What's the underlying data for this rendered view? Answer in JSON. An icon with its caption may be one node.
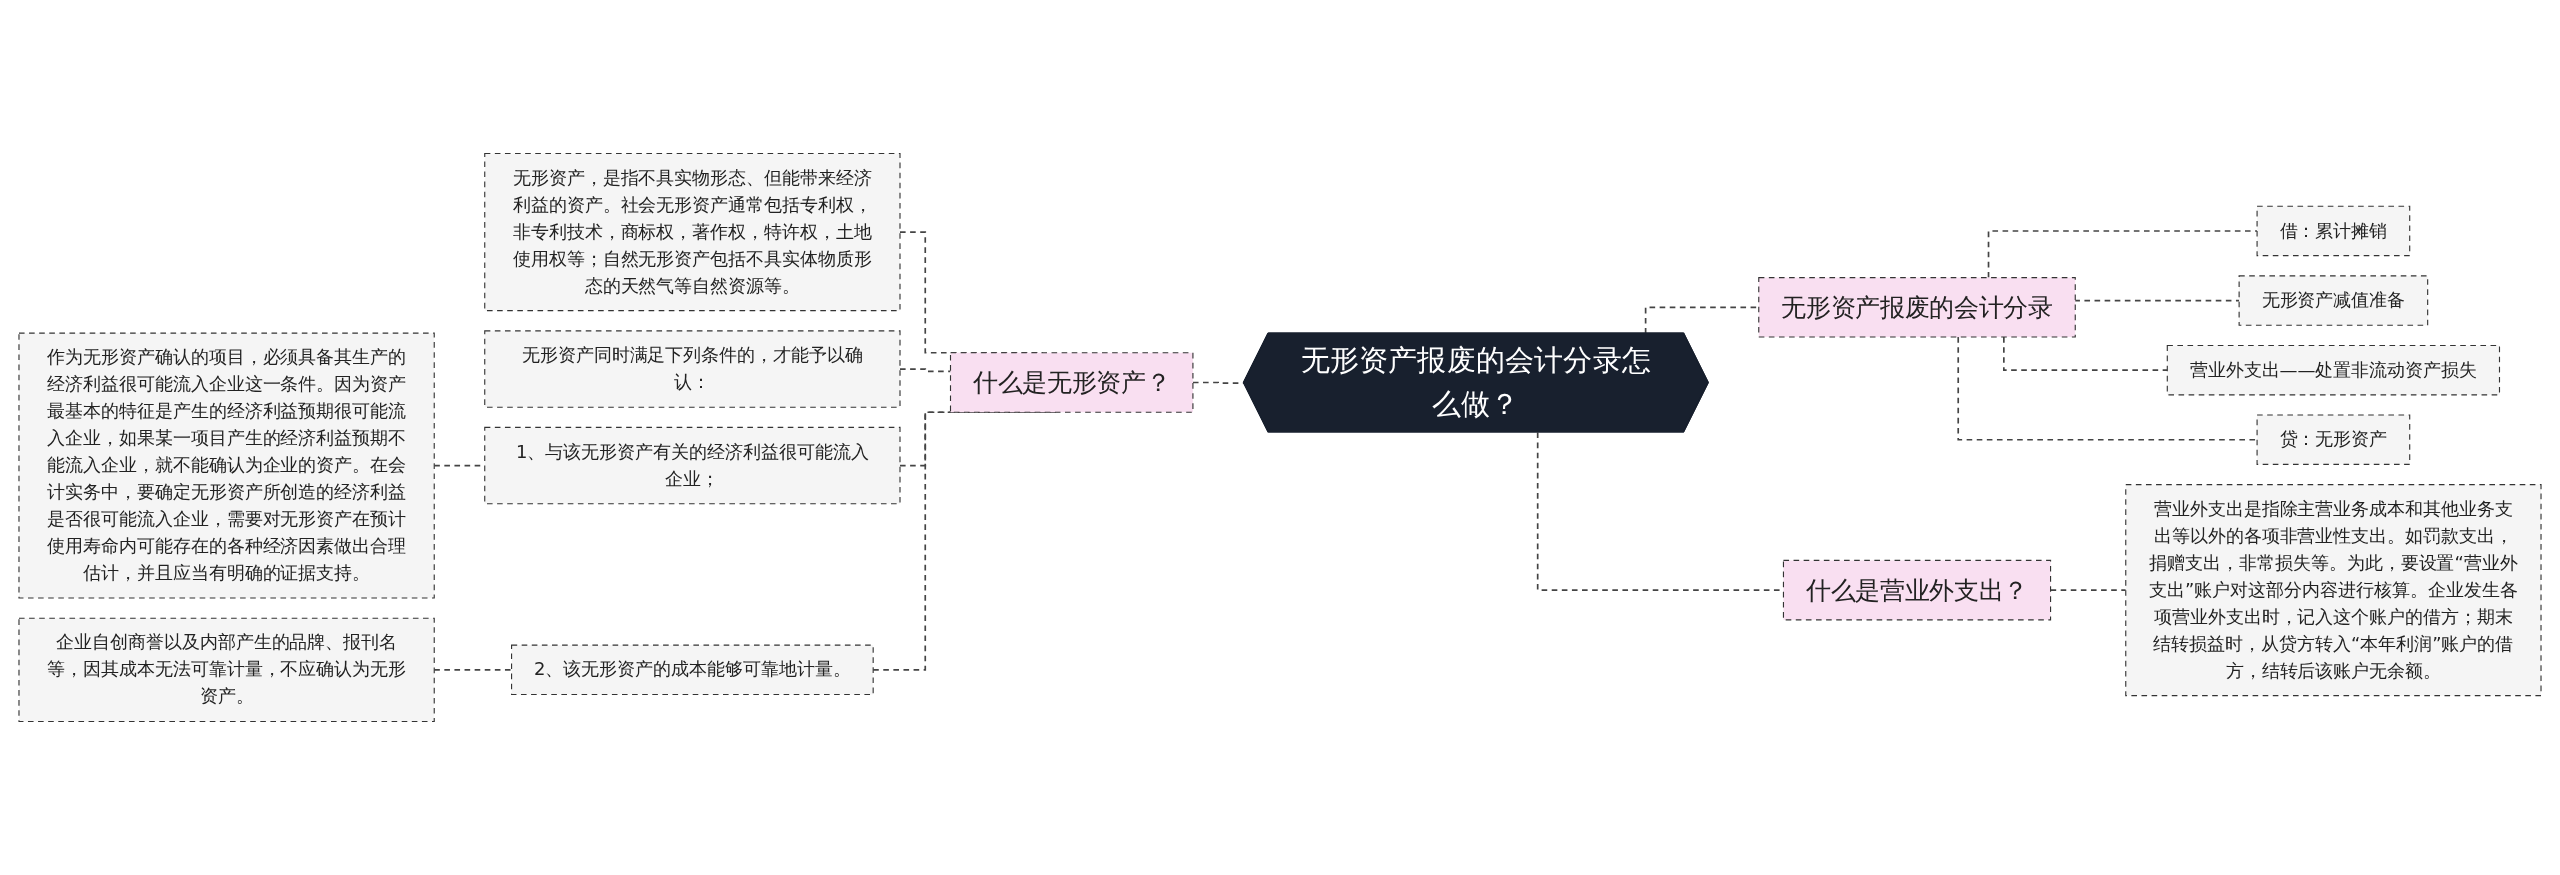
{
  "diagram": {
    "nodes": [
      {
        "text": [
          "无形资产报废的会计分录怎么做？"
        ]
      },
      {
        "text": [
          "什么是无形资产？"
        ]
      },
      {
        "text": [
          "无形资产，是指不具实物形态、但能带来经济利益的资产。社会无形资产通常包括专利权，非专利技术，商标权，著作权，特许权，土地使用权等；自然无形资产包括不具实体物质形态的天然气等自然资源等。"
        ]
      },
      {
        "text": [
          "无形资产同时满足下列条件的，才能予以确认："
        ]
      },
      {
        "text": [
          "1、与该无形资产有关的经济利益很可能流入企业；"
        ]
      },
      {
        "text": [
          "作为无形资产确认的项目，必须具备其生产的经济利益很可能流入企业这一条件。因为资产最基本的特征是产生的经济利益预期很可能流入企业，如果某一项目产生的经济利益预期不能流入企业，就不能确认为企业的资产。在会计实务中，要确定无形资产所创造的经济利益是否很可能流入企业，需要对无形资产在预计使用寿命内可能存在的各种经济因素做出合理估计，并且应当有明确的证据支持。"
        ]
      },
      {
        "text": [
          "2、该无形资产的成本能够可靠地计量。"
        ]
      },
      {
        "text": [
          "企业自创商誉以及内部产生的品牌、报刊名等，因其成本无法可靠计量，不应确认为无形资产。"
        ]
      },
      {
        "text": [
          "无形资产报废的会计分录"
        ]
      },
      {
        "text": [
          "借：累计摊销"
        ]
      },
      {
        "text": [
          "无形资产减值准备"
        ]
      },
      {
        "text": [
          "营业外支出——处置非流动资产损失"
        ]
      },
      {
        "text": [
          "贷：无形资产"
        ]
      },
      {
        "text": [
          "什么是营业外支出？"
        ]
      },
      {
        "text": [
          "营业外支出是指除主营业务成本和其他业务支出等以外的各项非营业性支出。如罚款支出，捐赠支出，非常损失等。为此，要设置“营业外支出”账户对这部分内容进行核算。企业发生各项营业外支出时，记入这个账户的借方；期末结转损益时，从贷方转入“本年利润”账户的借方，结转后该账户无余额。"
        ]
      }
    ],
    "edges": [
      {
        "from": 1,
        "to": 0,
        "arrow": "none",
        "style": "dashed"
      },
      {
        "from": 2,
        "to": 1,
        "arrow": "none",
        "style": "dashed"
      },
      {
        "from": 3,
        "to": 1,
        "arrow": "none",
        "style": "dashed"
      },
      {
        "from": 4,
        "to": 1,
        "arrow": "none",
        "style": "dashed"
      },
      {
        "from": 5,
        "to": 4,
        "arrow": "none",
        "style": "dashed"
      },
      {
        "from": 6,
        "to": 1,
        "arrow": "none",
        "style": "dashed"
      },
      {
        "from": 7,
        "to": 6,
        "arrow": "none",
        "style": "dashed"
      },
      {
        "from": 0,
        "to": 8,
        "arrow": "none",
        "style": "dashed"
      },
      {
        "from": 8,
        "to": 9,
        "arrow": "none",
        "style": "dashed"
      },
      {
        "from": 8,
        "to": 10,
        "arrow": "none",
        "style": "dashed"
      },
      {
        "from": 8,
        "to": 11,
        "arrow": "none",
        "style": "dashed"
      },
      {
        "from": 8,
        "to": 12,
        "arrow": "none",
        "style": "dashed"
      },
      {
        "from": 0,
        "to": 13,
        "arrow": "none",
        "style": "dashed"
      },
      {
        "from": 13,
        "to": 14,
        "arrow": "none",
        "style": "dashed"
      }
    ]
  }
}
